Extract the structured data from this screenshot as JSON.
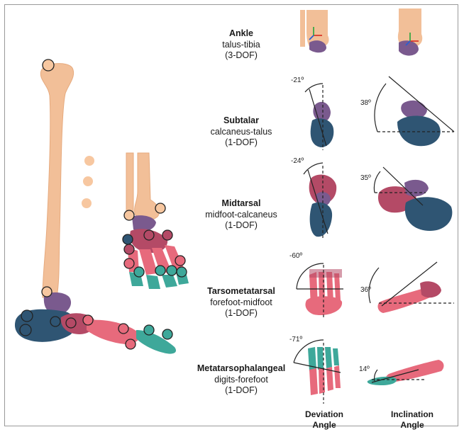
{
  "joints": [
    {
      "name": "Ankle",
      "bones": "talus-tibia",
      "dof": "(3-DOF)"
    },
    {
      "name": "Subtalar",
      "bones": "calcaneus-talus",
      "dof": "(1-DOF)"
    },
    {
      "name": "Midtarsal",
      "bones": "midfoot-calcaneus",
      "dof": "(1-DOF)"
    },
    {
      "name": "Tarsometatarsal",
      "bones": "forefoot-midfoot",
      "dof": "(1-DOF)"
    },
    {
      "name": "Metatarsophalangeal",
      "bones": "digits-forefoot",
      "dof": "(1-DOF)"
    }
  ],
  "deviation_angles": [
    "-21º",
    "-24º",
    "-60º",
    "-71º"
  ],
  "inclination_angles": [
    "38º",
    "35º",
    "36º",
    "14º"
  ],
  "columns": {
    "deviation": [
      "Deviation",
      "Angle"
    ],
    "inclination": [
      "Inclination",
      "Angle"
    ]
  },
  "colors": {
    "tibia": "#f2bf98",
    "talus": "#7a5a8e",
    "calcaneus": "#2f5573",
    "midfoot": "#b44a66",
    "forefoot": "#e76a7c",
    "digits": "#3ea89a",
    "marker_tibia": "#f7c7a0",
    "axis_red": "#d93a2b",
    "axis_green": "#3aa845",
    "axis_blue": "#2b5fd0"
  }
}
